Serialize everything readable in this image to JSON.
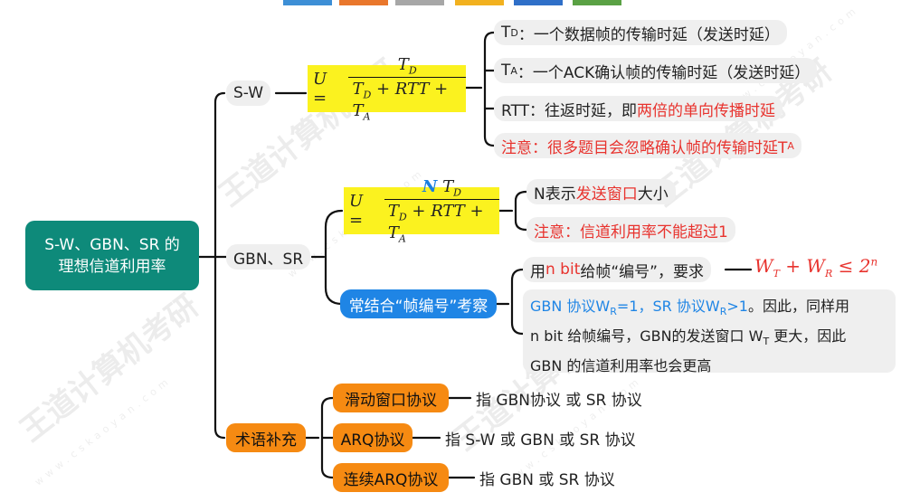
{
  "root": {
    "line1": "S-W、GBN、SR 的",
    "line2": "理想信道利用率"
  },
  "branches": {
    "sw": "S-W",
    "gbn_sr": "GBN、SR",
    "terms": "术语补充"
  },
  "formula_sw": {
    "U": "U =",
    "num": "T",
    "num_sub": "D",
    "den_a": "T",
    "den_a_sub": "D",
    "den_b": " + RTT + T",
    "den_b_sub": "A"
  },
  "formula_gbn": {
    "U": "U =",
    "num_n": "N",
    "num_t": " T",
    "num_sub": "D",
    "den_a": "T",
    "den_a_sub": "D",
    "den_b": " + RTT + T",
    "den_b_sub": "A"
  },
  "sw_notes": {
    "td": {
      "a": "T",
      "sub": "D",
      "b": "：一个数据帧的传输时延（发送时延）"
    },
    "ta": {
      "a": "T",
      "sub": "A",
      "b": "：一个ACK确认帧的传输时延（发送时延）"
    },
    "rtt": {
      "a": "RTT：往返时延，即",
      "b": "两倍的单向传播时延"
    },
    "note": {
      "a": "注意：很多题目会忽略确认帧的传输时延T",
      "sub": "A"
    }
  },
  "gbn_notes": {
    "n": {
      "a": "N表示",
      "b": "发送窗口",
      "c": "大小"
    },
    "note": "注意：信道利用率不能超过1"
  },
  "frame_numbering": {
    "label": "常结合“帧编号”考察",
    "req": {
      "a": "用 ",
      "b": "n bit",
      "c": " 给帧“编号”，要求"
    },
    "ineq": "W",
    "ineq_sub_t": "T",
    "ineq_mid": " + W",
    "ineq_sub_r": "R",
    "ineq_end": " ≤ 2",
    "ineq_sup": "n",
    "explain_blue": "GBN 协议W",
    "explain_blue_sub1": "R",
    "explain_blue_2": "=1，SR 协议W",
    "explain_blue_sub2": "R",
    "explain_blue_3": ">1",
    "explain_rest1": "。因此，同样用",
    "explain_line2a": "n bit 给帧编号，GBN的发送窗口 W",
    "explain_line2sub": "T",
    "explain_line2b": " 更大，因此",
    "explain_line3": "GBN 的信道利用率也会更高"
  },
  "terms": [
    {
      "label": "滑动窗口协议",
      "desc": "指 GBN协议 或 SR 协议"
    },
    {
      "label": "ARQ协议",
      "desc": "指 S-W 或 GBN 或 SR 协议"
    },
    {
      "label": "连续ARQ协议",
      "desc": "指 GBN 或 SR 协议"
    }
  ],
  "watermark": {
    "brand": "王道计算机考研",
    "site": "www.cskaoyan.com"
  },
  "colors": {
    "root": "#0e8a7a",
    "line": "#111111",
    "highlight": "#fbf21f",
    "accent_red": "#e8332e",
    "accent_blue": "#1f85e5",
    "orange": "#f68a12",
    "node_gray": "#efefef"
  },
  "top_bar_colors": [
    "#3d8fd6",
    "#e9772c",
    "#a7a7a7",
    "#f2b11f",
    "#2f6fc8",
    "#5aa144"
  ]
}
